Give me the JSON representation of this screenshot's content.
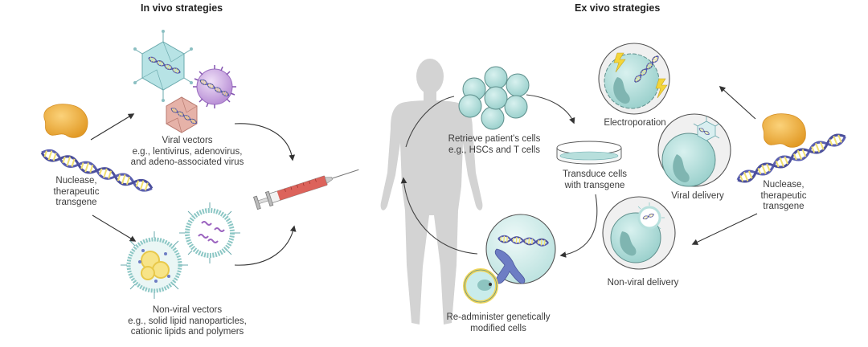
{
  "sections": {
    "in_vivo_title": "In vivo strategies",
    "ex_vivo_title": "Ex vivo strategies"
  },
  "in_vivo": {
    "source_label": [
      "Nuclease,",
      "therapeutic",
      "transgene"
    ],
    "viral_vectors_label": [
      "Viral vectors",
      "e.g., lentivirus, adenovirus,",
      "and adeno-associated virus"
    ],
    "non_viral_vectors_label": [
      "Non-viral vectors",
      "e.g., solid lipid nanoparticles,",
      "cationic lipids and polymers"
    ]
  },
  "ex_vivo": {
    "retrieve_label": [
      "Retrieve patient's cells",
      "e.g., HSCs and T cells"
    ],
    "transduce_label": [
      "Transduce cells",
      "with transgene"
    ],
    "electroporation_label": "Electroporation",
    "viral_delivery_label": "Viral delivery",
    "non_viral_delivery_label": "Non-viral delivery",
    "source_label": [
      "Nuclease,",
      "therapeutic",
      "transgene"
    ],
    "readminister_label": [
      "Re-administer genetically",
      "modified cells"
    ]
  },
  "colors": {
    "nuclease": "#f0b040",
    "dna_backbone": "#5a5fb0",
    "dna_rungs": "#f1e070",
    "cell_fill": "#a9dbd8",
    "cell_stroke": "#5e8f8c",
    "body": "#d3d3d3",
    "syringe_fluid": "#d9534a",
    "viral_adeno": "#b7e3e5",
    "viral_lenti": "#c9a5e0",
    "viral_aav": "#e6b2a8",
    "arrow": "#3a3a3a"
  }
}
